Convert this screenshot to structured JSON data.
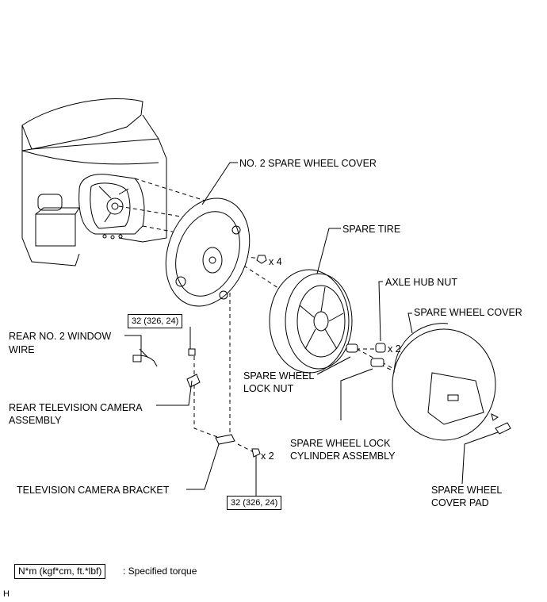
{
  "labels": {
    "no2_spare_wheel_cover": "NO. 2 SPARE WHEEL COVER",
    "spare_tire": "SPARE TIRE",
    "axle_hub_nut": "AXLE HUB NUT",
    "spare_wheel_cover": "SPARE WHEEL COVER",
    "rear_no2_window_wire_1": "REAR NO. 2 WINDOW",
    "rear_no2_window_wire_2": "WIRE",
    "rear_tv_camera_1": "REAR TELEVISION CAMERA",
    "rear_tv_camera_2": "ASSEMBLY",
    "spare_wheel_lock_nut_1": "SPARE WHEEL",
    "spare_wheel_lock_nut_2": "LOCK NUT",
    "lock_cylinder_1": "SPARE WHEEL LOCK",
    "lock_cylinder_2": "CYLINDER ASSEMBLY",
    "tv_camera_bracket": "TELEVISION CAMERA BRACKET",
    "cover_pad_1": "SPARE WHEEL",
    "cover_pad_2": "COVER PAD"
  },
  "quantities": {
    "bolts_cover": "x 4",
    "axle_hub_nut": "x 2",
    "bracket_bolts": "x 2"
  },
  "torques": {
    "camera": "32 (326, 24)",
    "bracket": "32 (326, 24)"
  },
  "legend": {
    "unit_box": "N*m (kgf*cm, ft.*lbf)",
    "description": ": Specified torque"
  },
  "corner_mark": "H"
}
